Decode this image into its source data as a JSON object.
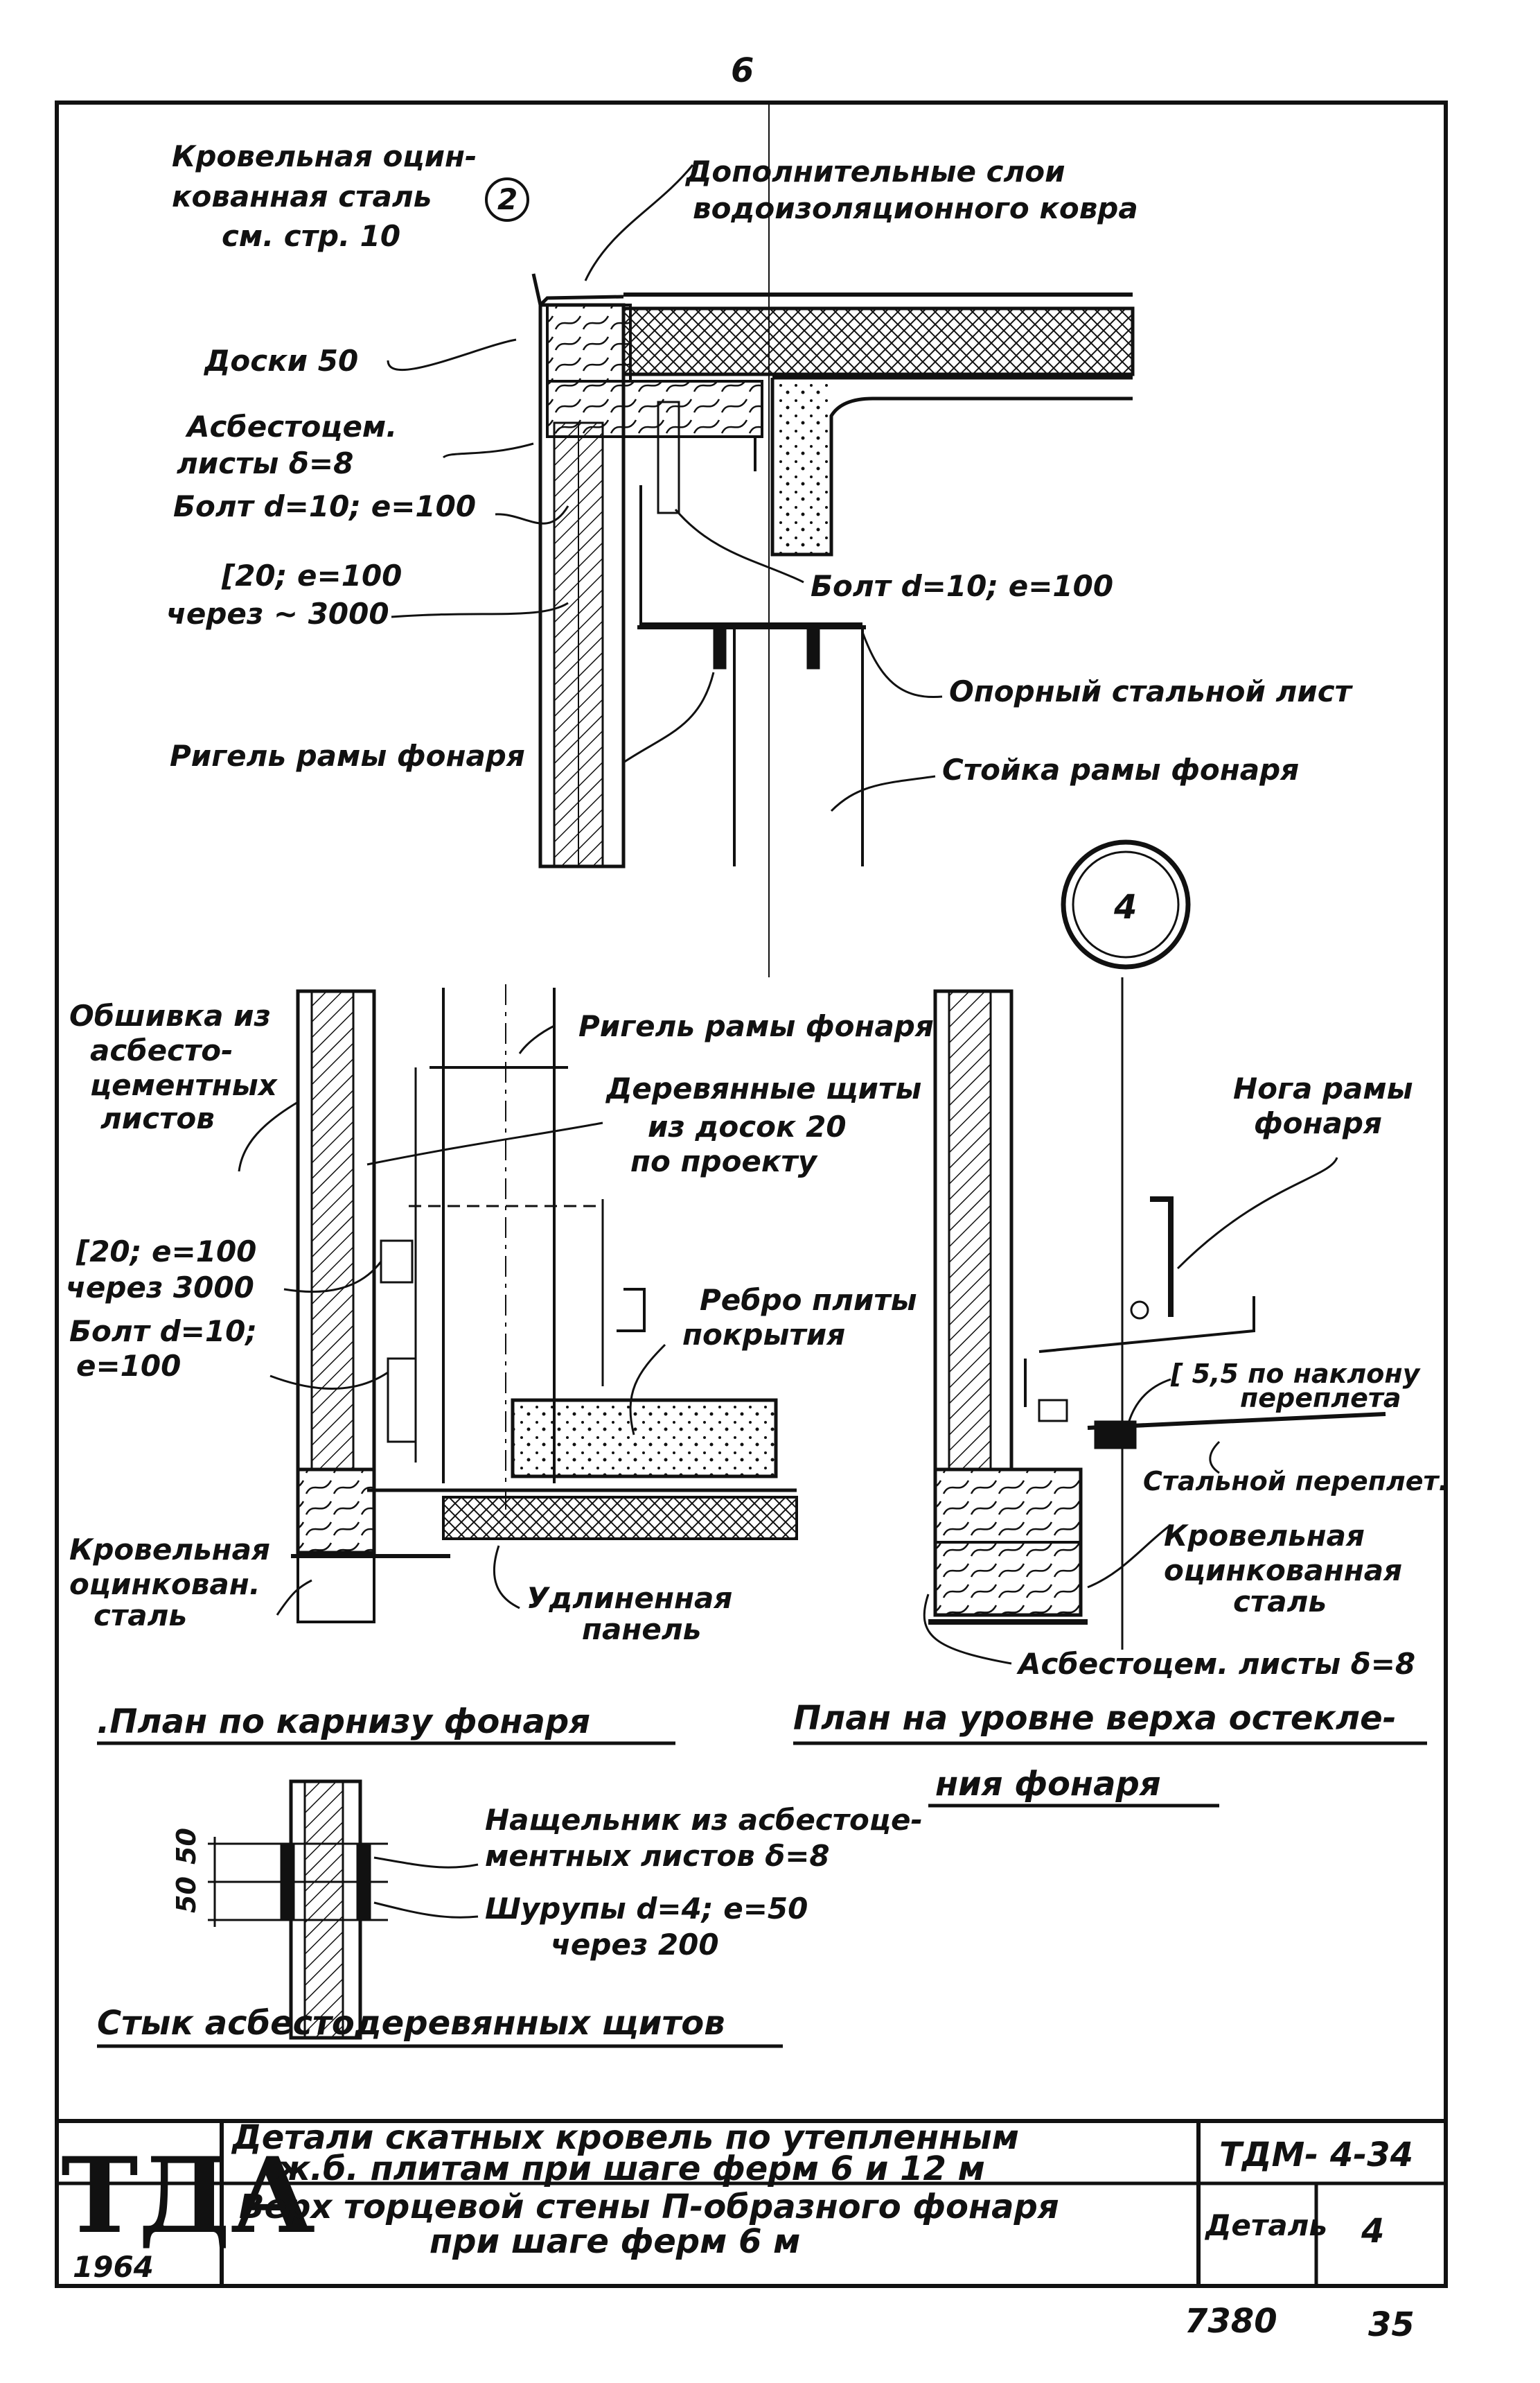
{
  "page_number_top": "6",
  "detail_marks": {
    "top_circle": "2",
    "big_circle": "4"
  },
  "top_detail": {
    "roof_steel": [
      "Кровельная оцин-",
      "кованная сталь",
      "см. стр. 10"
    ],
    "extra_layers": [
      "Дополнительные слои",
      "водоизоляционного ковра"
    ],
    "boards": "Доски 50",
    "asbestos_sheets": [
      "Асбестоцем.",
      "листы δ=8"
    ],
    "bolt_left": "Болт d=10; e=100",
    "channel": [
      "[20; e=100",
      "через ~ 3000"
    ],
    "bolt_right": "Болт d=10; e=100",
    "support_plate": "Опорный стальной лист",
    "crossbar": "Ригель рамы фонаря",
    "post": "Стойка рамы фонаря"
  },
  "plan_left": {
    "cladding": [
      "Обшивка из",
      "асбесто-",
      "цементных",
      "листов"
    ],
    "crossbar": "Ригель рамы фонаря",
    "wood_shields": [
      "Деревянные щиты",
      "из досок 20",
      "по проекту"
    ],
    "channel": [
      "[20; e=100",
      "через 3000"
    ],
    "bolt": [
      "Болт d=10;",
      "e=100"
    ],
    "rib": [
      "Ребро плиты",
      "покрытия"
    ],
    "roof_steel": [
      "Кровельная",
      "оцинкован.",
      "сталь"
    ],
    "panel": [
      "Удлиненная",
      "панель"
    ],
    "title": ".План по карнизу фонаря"
  },
  "plan_right": {
    "leg": [
      "Нога рамы",
      "фонаря"
    ],
    "channel_slope": [
      "[ 5,5 по наклону",
      "переплета"
    ],
    "steel_binding": "Стальной переплет.",
    "roof_steel": [
      "Кровельная",
      "оцинкованная",
      "сталь"
    ],
    "asbestos": "Асбестоцем. листы δ=8",
    "title": [
      "План на уровне верха остекле-",
      "ния фонаря"
    ]
  },
  "joint": {
    "overlay": [
      "Нащельник из асбестоце-",
      "ментных листов δ=8"
    ],
    "screws": [
      "Шурупы d=4; e=50",
      "через 200"
    ],
    "dim_a": "50",
    "dim_b": "50",
    "title": "Стык асбестодеревянных щитов"
  },
  "title_block": {
    "stamp": "ТДА",
    "year": "1964",
    "line1": "Детали скатных кровель по утепленным",
    "line2": "ж.б. плитам при шаге ферм 6 и 12 м",
    "line3": "Верх торцевой стены П-образного фонаря",
    "line4": "при шаге ферм 6 м",
    "code": "ТДМ- 4-34",
    "detail_label": "Деталь",
    "detail_no": "4"
  },
  "footer": {
    "sheet_no": "7380",
    "page_no": "35"
  }
}
